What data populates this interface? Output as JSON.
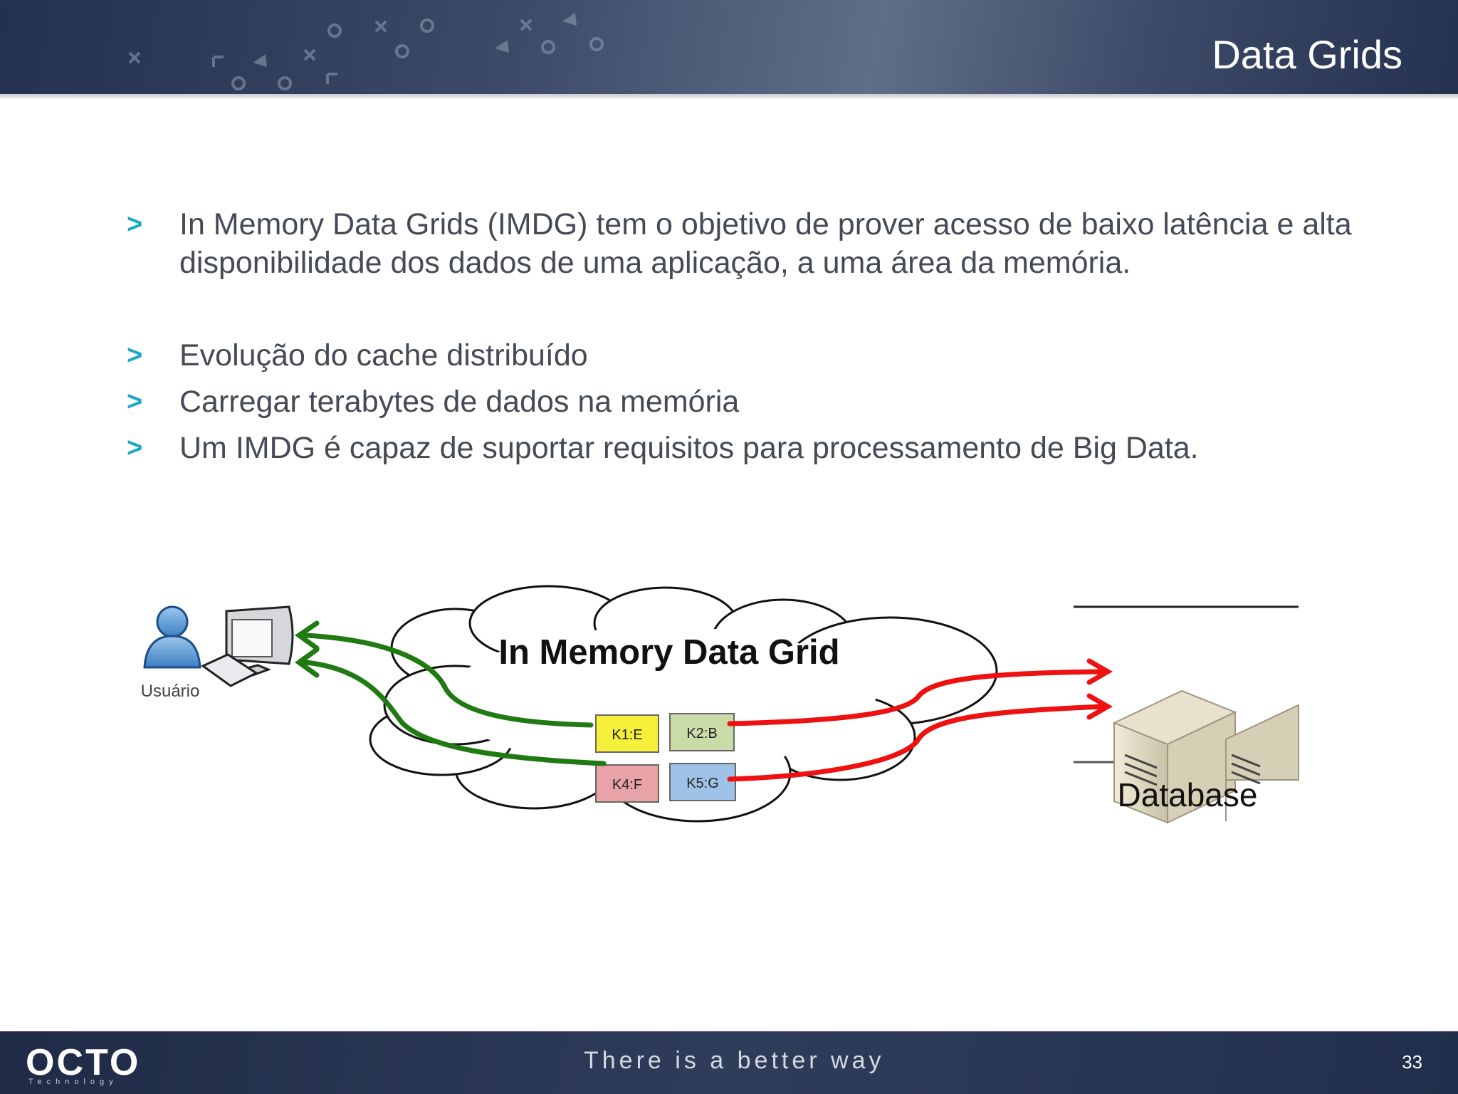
{
  "header": {
    "title": "Data Grids"
  },
  "bullets": [
    "In Memory Data Grids (IMDG) tem o objetivo de prover acesso de baixo latência e alta disponibilidade dos dados de uma aplicação, a uma área da memória.",
    "Evolução do cache distribuído",
    "Carregar terabytes de dados na memória",
    "Um IMDG é capaz de suportar requisitos para processamento de Big Data."
  ],
  "bullet_marker": ">",
  "diagram": {
    "user_label": "Usuário",
    "cloud_label": "In Memory Data Grid",
    "database_label": "Database",
    "cells": [
      {
        "label": "K1:E",
        "color": "#f6f03a"
      },
      {
        "label": "K2:B",
        "color": "#c9dca8"
      },
      {
        "label": "K4:F",
        "color": "#e8a3a8"
      },
      {
        "label": "K5:G",
        "color": "#9ec3e6"
      }
    ],
    "read_arrow_color": "#1f7a12",
    "write_arrow_color": "#ee1111"
  },
  "footer": {
    "logo": "OCTO",
    "logo_sub": "Technology",
    "slogan": "There is a better way",
    "page_number": "33"
  }
}
